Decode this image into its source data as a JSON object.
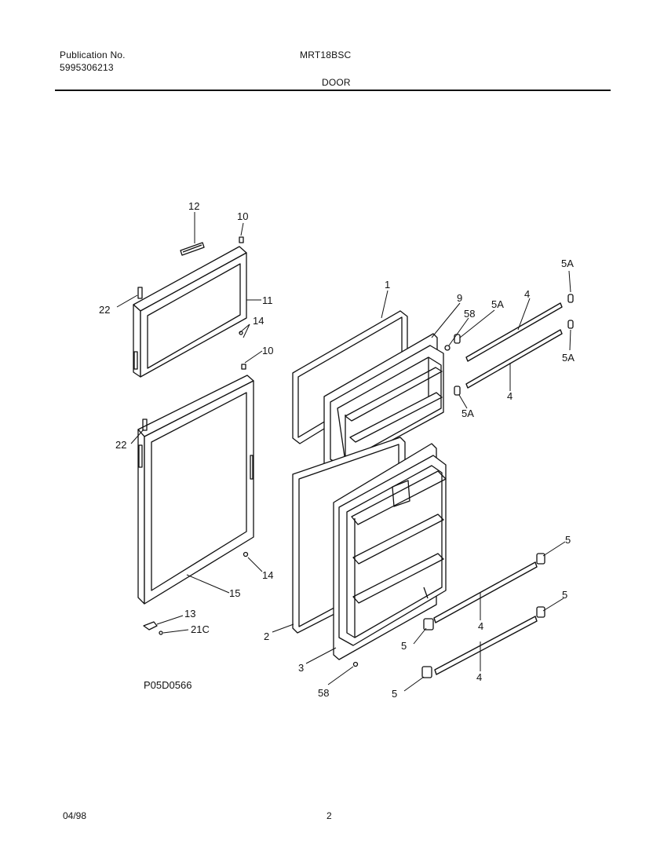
{
  "header": {
    "publication_label": "Publication No.",
    "publication_number": "5995306213",
    "model": "MRT18BSC",
    "section": "DOOR"
  },
  "diagram_code": "P05D0566",
  "callouts": {
    "c1": "1",
    "c2": "2",
    "c3": "3",
    "c4a": "4",
    "c4b": "4",
    "c4c": "4",
    "c4d": "4",
    "c5a": "5",
    "c5b": "5",
    "c5c": "5",
    "c5d": "5",
    "c5Aa": "5A",
    "c5Ab": "5A",
    "c5Ac": "5A",
    "c5Ad": "5A",
    "c9": "9",
    "c10a": "10",
    "c10b": "10",
    "c11": "11",
    "c12": "12",
    "c13": "13",
    "c14a": "14",
    "c14b": "14",
    "c15": "15",
    "c21C": "21C",
    "c22a": "22",
    "c22b": "22",
    "c58a": "58",
    "c58b": "58"
  },
  "footer": {
    "date": "04/98",
    "page": "2"
  }
}
